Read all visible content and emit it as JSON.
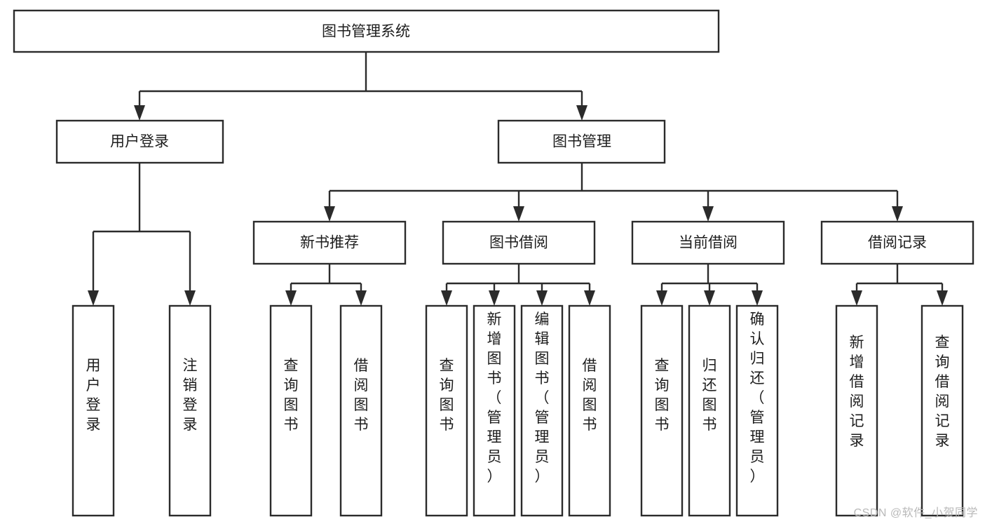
{
  "diagram": {
    "type": "tree",
    "title": "图书管理系统",
    "watermark": "CSDN @软件_小贺同学",
    "colors": {
      "stroke": "#2b2b2b",
      "fill": "#ffffff",
      "text": "#1d1d1d",
      "watermark": "#b9b9b9"
    },
    "levels": [
      {
        "level": 0,
        "nodes": [
          {
            "id": "root",
            "label": "图书管理系统",
            "orientation": "horizontal"
          }
        ]
      },
      {
        "level": 1,
        "nodes": [
          {
            "id": "login",
            "label": "用户登录",
            "orientation": "horizontal",
            "parent": "root"
          },
          {
            "id": "bookmgmt",
            "label": "图书管理",
            "orientation": "horizontal",
            "parent": "root"
          }
        ]
      },
      {
        "level": 2,
        "nodes": [
          {
            "id": "newbook",
            "label": "新书推荐",
            "orientation": "horizontal",
            "parent": "bookmgmt"
          },
          {
            "id": "borrow",
            "label": "图书借阅",
            "orientation": "horizontal",
            "parent": "bookmgmt"
          },
          {
            "id": "current",
            "label": "当前借阅",
            "orientation": "horizontal",
            "parent": "bookmgmt"
          },
          {
            "id": "record",
            "label": "借阅记录",
            "orientation": "horizontal",
            "parent": "bookmgmt"
          }
        ]
      },
      {
        "level": 3,
        "nodes": [
          {
            "id": "leaf1",
            "label": "用户登录",
            "orientation": "vertical",
            "parent": "login"
          },
          {
            "id": "leaf2",
            "label": "注销登录",
            "orientation": "vertical",
            "parent": "login"
          },
          {
            "id": "leaf3",
            "label": "查询图书",
            "orientation": "vertical",
            "parent": "newbook"
          },
          {
            "id": "leaf4",
            "label": "借阅图书",
            "orientation": "vertical",
            "parent": "newbook"
          },
          {
            "id": "leaf5",
            "label": "查询图书",
            "orientation": "vertical",
            "parent": "borrow"
          },
          {
            "id": "leaf6",
            "label": "新增图书（管理员）",
            "orientation": "vertical",
            "parent": "borrow"
          },
          {
            "id": "leaf7",
            "label": "编辑图书（管理员）",
            "orientation": "vertical",
            "parent": "borrow"
          },
          {
            "id": "leaf8",
            "label": "借阅图书",
            "orientation": "vertical",
            "parent": "borrow"
          },
          {
            "id": "leaf9",
            "label": "查询图书",
            "orientation": "vertical",
            "parent": "current"
          },
          {
            "id": "leaf10",
            "label": "归还图书",
            "orientation": "vertical",
            "parent": "current"
          },
          {
            "id": "leaf11",
            "label": "确认归还（管理员）",
            "orientation": "vertical",
            "parent": "current"
          },
          {
            "id": "leaf12",
            "label": "新增借阅记录",
            "orientation": "vertical",
            "parent": "record"
          },
          {
            "id": "leaf13",
            "label": "查询借阅记录",
            "orientation": "vertical",
            "parent": "record"
          }
        ]
      }
    ]
  }
}
